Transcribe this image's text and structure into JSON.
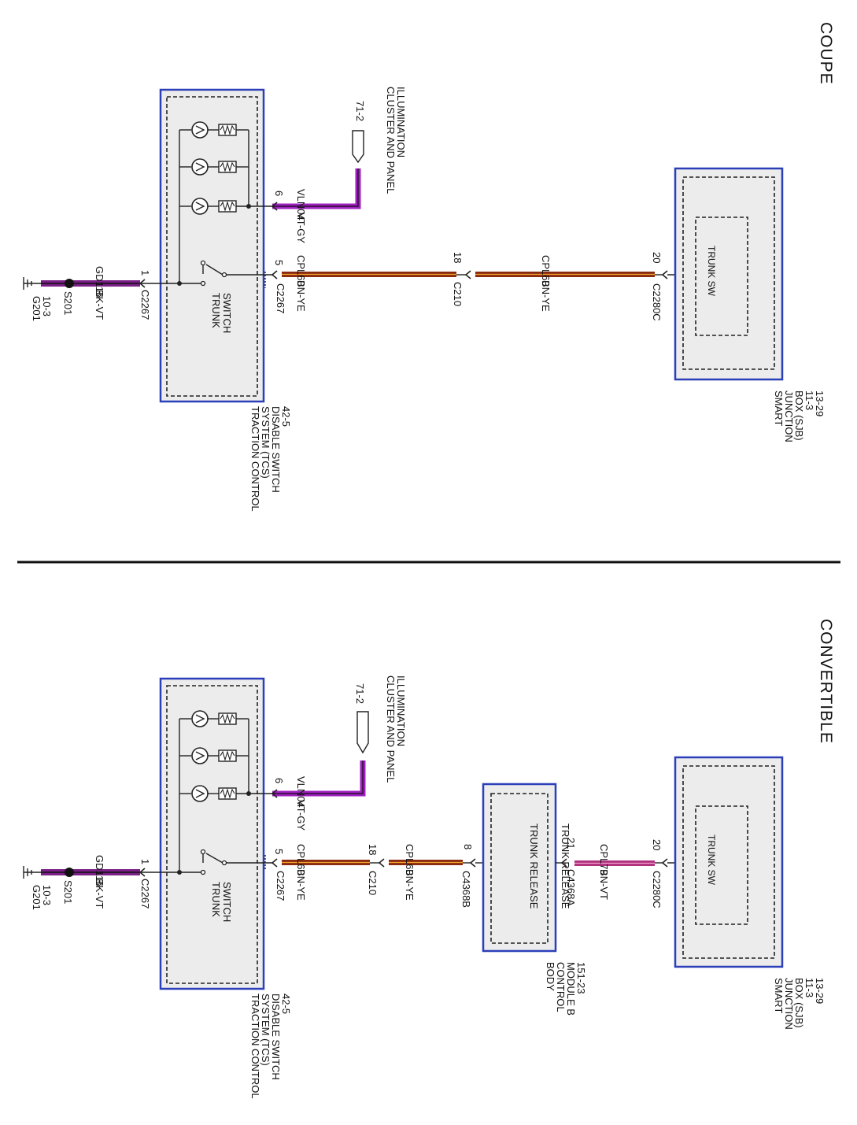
{
  "sections": [
    {
      "title": "COUPE",
      "tcs_module": {
        "name_lines": [
          "TRACTION CONTROL",
          "SYSTEM (TCS)",
          "DISABLE SWITCH",
          "42-5"
        ],
        "switch_label": [
          "TRUNK",
          "SWITCH"
        ]
      },
      "cluster": {
        "lines": [
          "CLUSTER AND PANEL",
          "ILLUMINATION"
        ],
        "ref": "71-2"
      },
      "ground": {
        "pin": "1",
        "connector": "C2267",
        "circuit": "GD116",
        "color": "BK-VT",
        "splice": "S201",
        "ground_id": "G201",
        "ground_ref": "10-3"
      },
      "illum_wire": {
        "pin": "6",
        "circuit": "VLN04",
        "color": "VT-GY"
      },
      "segments": [
        {
          "pin": "5",
          "connector": "C2267",
          "circuit": "CPL60",
          "color": "BN-YE"
        },
        {
          "pin": "18",
          "connector": "C210",
          "circuit": "CPL60",
          "color": "BN-YE"
        }
      ],
      "sjb": {
        "pin": "20",
        "connector": "C2280C",
        "inner_label": "TRUNK SW",
        "name_lines": [
          "SMART",
          "JUNCTION",
          "BOX (SJB)",
          "11-3",
          "13-29"
        ]
      }
    },
    {
      "title": "CONVERTIBLE",
      "tcs_module": {
        "name_lines": [
          "TRACTION CONTROL",
          "SYSTEM (TCS)",
          "DISABLE SWITCH",
          "42-5"
        ],
        "switch_label": [
          "TRUNK",
          "SWITCH"
        ]
      },
      "cluster": {
        "lines": [
          "CLUSTER AND PANEL",
          "ILLUMINATION"
        ],
        "ref": "71-2"
      },
      "ground": {
        "pin": "1",
        "connector": "C2267",
        "circuit": "GD116",
        "color": "BK-VT",
        "splice": "S201",
        "ground_id": "G201",
        "ground_ref": "10-3"
      },
      "illum_wire": {
        "pin": "6",
        "circuit": "VLN04",
        "color": "VT-GY"
      },
      "segments": [
        {
          "pin": "5",
          "connector": "C2267",
          "circuit": "CPL60",
          "color": "BN-YE"
        },
        {
          "pin": "18",
          "connector": "C210",
          "circuit": "CPL60",
          "color": "BN-YE"
        }
      ],
      "bcm": {
        "in_pin": "8",
        "in_connector": "C4368B",
        "out_pin": "21",
        "out_connector": "C4368A",
        "inner_lines": [
          "TRUNK RELEASE",
          "TRUNK RELEASE"
        ],
        "name_lines": [
          "BODY",
          "CONTROL",
          "MODULE B",
          "151-23"
        ],
        "out_circuit": "CPL79",
        "out_color": "BN-VT"
      },
      "sjb": {
        "pin": "20",
        "connector": "C2280C",
        "inner_label": "TRUNK SW",
        "name_lines": [
          "SMART",
          "JUNCTION",
          "BOX (SJB)",
          "11-3",
          "13-29"
        ]
      }
    }
  ],
  "wire_colors": {
    "ground": "#7a1f86",
    "illum": "#a020c0",
    "brn_ye": "#8a2a12",
    "brn_vt": "#b0307e"
  }
}
